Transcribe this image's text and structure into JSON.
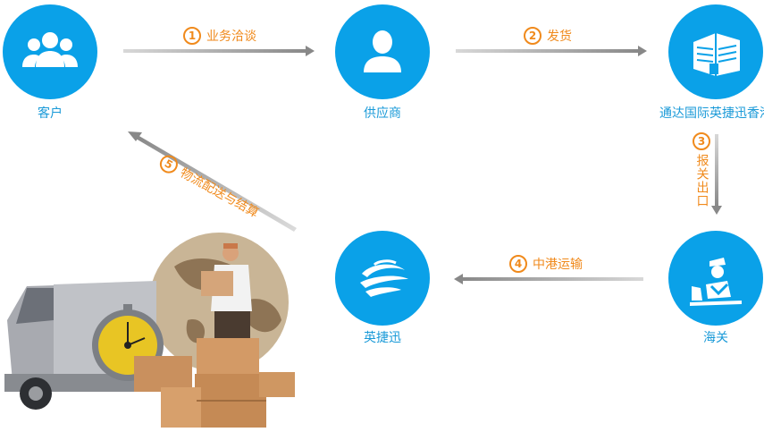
{
  "nodes": {
    "customer": "客户",
    "supplier": "供应商",
    "hk_company": "通达国际英捷迅香港",
    "yingjiexun": "英捷迅",
    "customs": "海关"
  },
  "steps": [
    {
      "num": "1",
      "label": "业务洽谈"
    },
    {
      "num": "2",
      "label": "发货"
    },
    {
      "num": "3",
      "label": "报关出口"
    },
    {
      "num": "4",
      "label": "中港运输"
    },
    {
      "num": "5",
      "label": "物流配送与结算"
    }
  ],
  "colors": {
    "node_fill": "#0aa1e8",
    "label_text": "#1a9ad8",
    "step_text": "#f08a1c",
    "arrow": "#9a9a9a"
  },
  "icons": {
    "customer": "people-group-icon",
    "supplier": "person-icon",
    "hk_company": "building-icon",
    "yingjiexun": "globe-orbit-icon",
    "customs": "customs-officer-icon"
  }
}
